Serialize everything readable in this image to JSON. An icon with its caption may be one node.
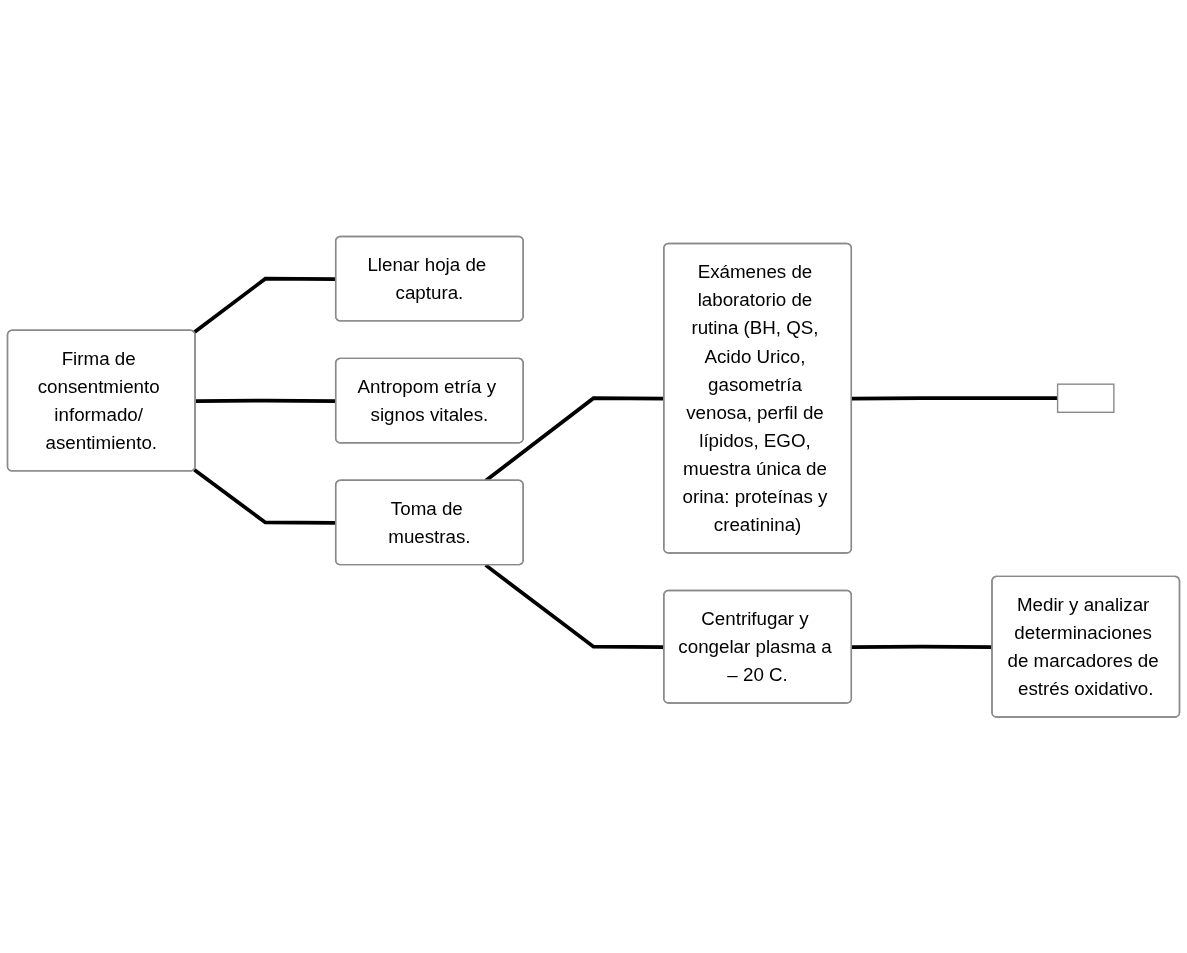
{
  "diagram": {
    "nodes": [
      {
        "text": [
          "Firma de consentmiento informado/ asentimiento."
        ]
      },
      {
        "text": [
          "Llenar hoja de captura."
        ]
      },
      {
        "text": [
          "Antropom etría y signos vitales."
        ]
      },
      {
        "text": [
          "Toma de muestras."
        ]
      },
      {
        "text": [
          "Exámenes de laboratorio de rutina (BH, QS, Acido Urico, gasometría venosa, perfil de lípidos, EGO, muestra única de orina: proteínas y creatinina)"
        ]
      },
      {
        "text": [
          "Centrifugar y congelar plasma a – 20 C."
        ]
      },
      {
        "text": [
          "Medir y analizar determinaciones de marcadores de estrés oxidativo."
        ]
      },
      {
        "text": [],
        "shape": "box"
      }
    ],
    "edges": [
      {
        "from": 0,
        "to": 1,
        "arrow": "none"
      },
      {
        "from": 0,
        "to": 2,
        "arrow": "none"
      },
      {
        "from": 0,
        "to": 3,
        "arrow": "none"
      },
      {
        "from": 3,
        "to": 4,
        "arrow": "none"
      },
      {
        "from": 3,
        "to": 5,
        "arrow": "none"
      },
      {
        "from": 4,
        "to": 7,
        "arrow": "none"
      },
      {
        "from": 5,
        "to": 6,
        "arrow": "none"
      }
    ]
  }
}
